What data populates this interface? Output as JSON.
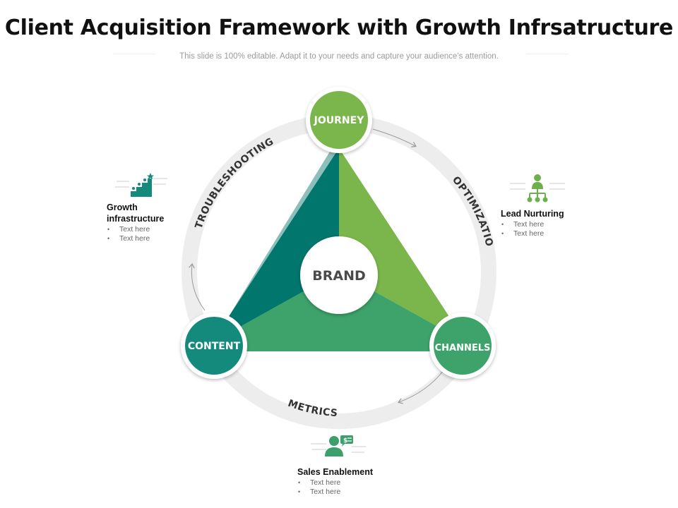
{
  "header": {
    "title": "Client Acquisition Framework with Growth Infrsatructure",
    "subtitle": "This slide is 100% editable. Adapt it to your needs and capture your audience’s attention."
  },
  "diagram": {
    "center_label": "BRAND",
    "nodes": {
      "top": "JOURNEY",
      "left": "CONTENT",
      "right": "CHANNELS"
    },
    "arc_labels": {
      "left": "TROUBLESHOOTING",
      "right": "OPTIMIZATION",
      "bottom": "METRICS"
    }
  },
  "cards": {
    "growth": {
      "title_line1": "Growth",
      "title_line2": "infrastructure",
      "items": [
        "Text here",
        "Text here"
      ],
      "icon": "growth-stairs-icon"
    },
    "lead": {
      "title": "Lead Nurturing",
      "items": [
        "Text here",
        "Text here"
      ],
      "icon": "org-hierarchy-icon"
    },
    "sales": {
      "title": "Sales Enablement",
      "items": [
        "Text here",
        "Text here"
      ],
      "icon": "salesperson-dollar-icon"
    }
  },
  "colors": {
    "dark_teal": "#007d73",
    "teal": "#148a7d",
    "light_green": "#7ab64b",
    "mid_green": "#3da36a",
    "ring": "#ededed",
    "icon_green": "#3ba06b"
  }
}
